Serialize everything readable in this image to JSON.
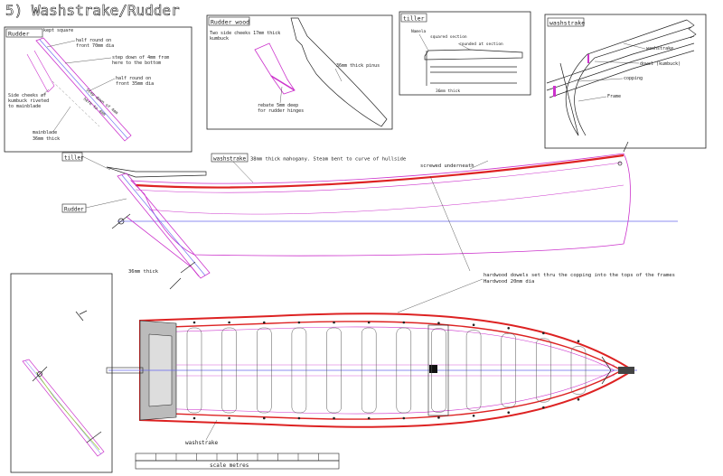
{
  "title": "5) Washstrake/Rudder",
  "colors": {
    "hull": "#cc33cc",
    "washstrake": "#dd2222",
    "frame": "#555555",
    "centerline": "#6666ee",
    "leader": "#333333",
    "text": "#222222",
    "shade": "#bbbbbb"
  },
  "panels": {
    "rudder": {
      "tag": "Rudder",
      "labels": {
        "kept_square": "kept square",
        "half_round_top": "half round on",
        "half_round_top2": "front 70mm dia",
        "step_down": "step down of 4mm from",
        "step_down2": "here to the bottom",
        "half_round_bottom": "half round on",
        "half_round_bottom2": "front 35mm dia",
        "side_cheeks": "Side cheeks of",
        "side_cheeks2": "kumbuck riveted",
        "side_cheeks3": "to mainblade",
        "angled1": "Step down of 4mm",
        "angled2": "here to 4mm",
        "mainblade": "mainblade",
        "mainblade2": "36mm thick"
      }
    },
    "rudder_wood": {
      "tag": "Rudder wood",
      "labels": {
        "cheeks": "Two side cheeks 17mm thick",
        "cheeks2": "kumbuck",
        "pinus": "36mm thick pinus",
        "rebate": "rebate 5mm deep",
        "rebate2": "for rudder hinges"
      }
    },
    "tiller": {
      "tag": "tiller",
      "labels": {
        "namela": "Namela",
        "squared": "squared section",
        "rounded": "rounded at section",
        "thick": "36mm thick"
      }
    },
    "washstrake": {
      "tag": "washstrake",
      "labels": {
        "washstrake": "washstrake",
        "dowel": "dowel (kumbuck)",
        "copping": "copping",
        "frame": "Frame"
      }
    }
  },
  "profile": {
    "tiller_tag": "tiller",
    "rudder_tag": "Rudder",
    "washstrake_tag": "washstrake",
    "washstrake_note": "38mm thick mahogany. Steam bent to curve of hullside",
    "screwed_note": "screwed underneath",
    "thick_note": "36mm thick"
  },
  "plan": {
    "dowels_note": "hardwood dowels set thru the copping into the tops of the frames",
    "dowels_note2": "Hardwood 20mm dia",
    "washstrake_label": "washstrake",
    "scale_label": "scale metres",
    "frame_count": 12
  }
}
